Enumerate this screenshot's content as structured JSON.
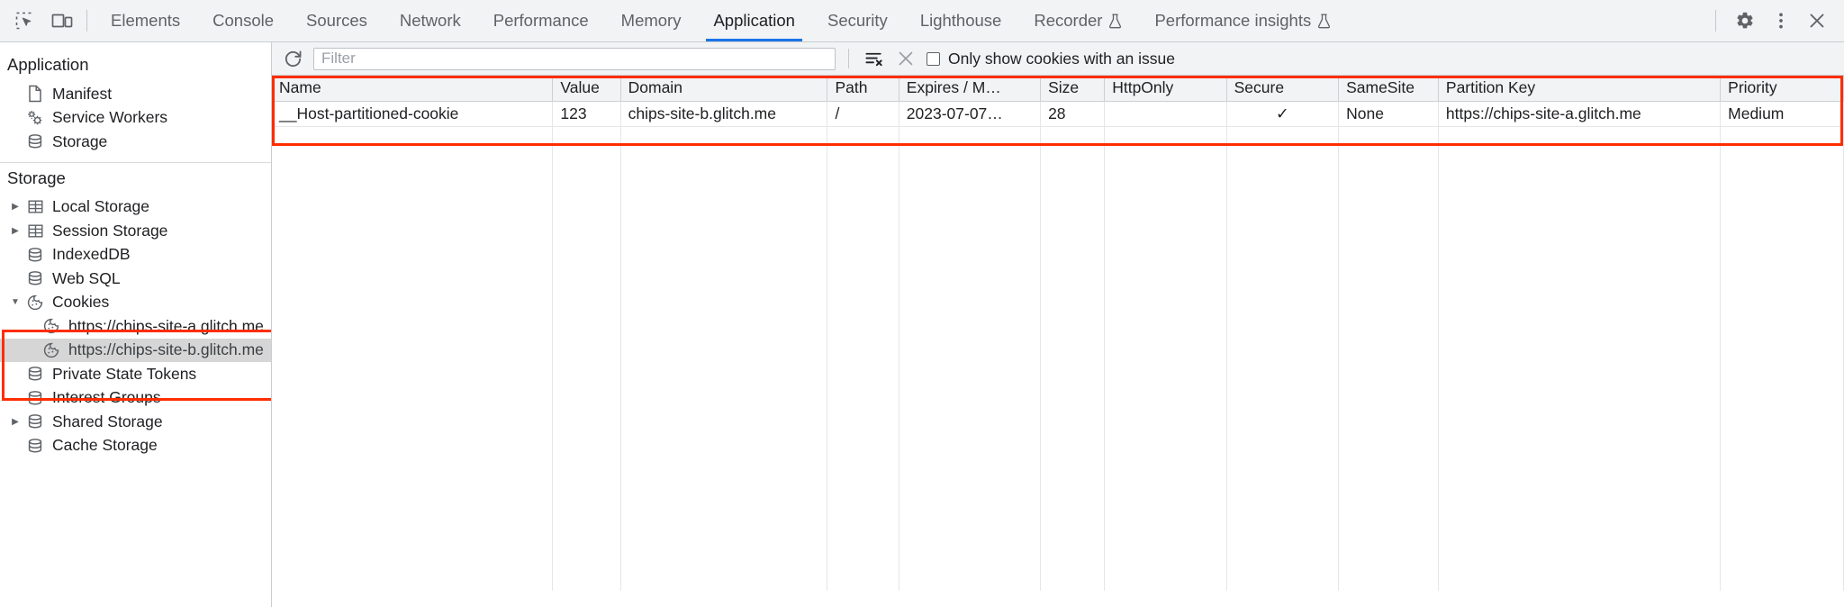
{
  "toolbar": {
    "inspect_icon": "inspect-element-icon",
    "device_icon": "device-toolbar-icon",
    "tabs": [
      {
        "label": "Elements",
        "active": false,
        "experimental": false
      },
      {
        "label": "Console",
        "active": false,
        "experimental": false
      },
      {
        "label": "Sources",
        "active": false,
        "experimental": false
      },
      {
        "label": "Network",
        "active": false,
        "experimental": false
      },
      {
        "label": "Performance",
        "active": false,
        "experimental": false
      },
      {
        "label": "Memory",
        "active": false,
        "experimental": false
      },
      {
        "label": "Application",
        "active": true,
        "experimental": false
      },
      {
        "label": "Security",
        "active": false,
        "experimental": false
      },
      {
        "label": "Lighthouse",
        "active": false,
        "experimental": false
      },
      {
        "label": "Recorder",
        "active": false,
        "experimental": true
      },
      {
        "label": "Performance insights",
        "active": false,
        "experimental": true
      }
    ],
    "settings_icon": "gear-icon",
    "more_icon": "kebab-menu-icon",
    "close_icon": "close-icon"
  },
  "sidebar": {
    "application": {
      "title": "Application",
      "items": [
        {
          "label": "Manifest",
          "icon": "manifest-file-icon",
          "expandable": false,
          "selected": false
        },
        {
          "label": "Service Workers",
          "icon": "service-workers-gears-icon",
          "expandable": false,
          "selected": false
        },
        {
          "label": "Storage",
          "icon": "database-icon",
          "expandable": false,
          "selected": false
        }
      ]
    },
    "storage": {
      "title": "Storage",
      "items": [
        {
          "label": "Local Storage",
          "icon": "table-grid-icon",
          "expandable": true,
          "expanded": false,
          "selected": false,
          "indent": 0
        },
        {
          "label": "Session Storage",
          "icon": "table-grid-icon",
          "expandable": true,
          "expanded": false,
          "selected": false,
          "indent": 0
        },
        {
          "label": "IndexedDB",
          "icon": "database-icon",
          "expandable": false,
          "expanded": false,
          "selected": false,
          "indent": 0
        },
        {
          "label": "Web SQL",
          "icon": "database-icon",
          "expandable": false,
          "expanded": false,
          "selected": false,
          "indent": 0
        },
        {
          "label": "Cookies",
          "icon": "cookie-icon",
          "expandable": true,
          "expanded": true,
          "selected": false,
          "indent": 0
        },
        {
          "label": "https://chips-site-a.glitch.me",
          "icon": "cookie-icon",
          "expandable": false,
          "expanded": false,
          "selected": false,
          "indent": 1
        },
        {
          "label": "https://chips-site-b.glitch.me",
          "icon": "cookie-icon",
          "expandable": false,
          "expanded": false,
          "selected": true,
          "indent": 1
        },
        {
          "label": "Private State Tokens",
          "icon": "database-icon",
          "expandable": false,
          "expanded": false,
          "selected": false,
          "indent": 0
        },
        {
          "label": "Interest Groups",
          "icon": "database-icon",
          "expandable": false,
          "expanded": false,
          "selected": false,
          "indent": 0
        },
        {
          "label": "Shared Storage",
          "icon": "database-icon",
          "expandable": true,
          "expanded": false,
          "selected": false,
          "indent": 0
        },
        {
          "label": "Cache Storage",
          "icon": "database-icon",
          "expandable": false,
          "expanded": false,
          "selected": false,
          "indent": 0
        }
      ]
    }
  },
  "filterbar": {
    "refresh_icon": "refresh-icon",
    "filter_placeholder": "Filter",
    "filter_value": "",
    "clear_filtered_icon": "clear-filtered-cookies-icon",
    "clear_all_icon": "clear-all-cookies-icon",
    "issue_checkbox_label": "Only show cookies with an issue",
    "issue_checkbox_checked": false
  },
  "cookies_table": {
    "columns": [
      "Name",
      "Value",
      "Domain",
      "Path",
      "Expires / M…",
      "Size",
      "HttpOnly",
      "Secure",
      "SameSite",
      "Partition Key",
      "Priority"
    ],
    "rows": [
      {
        "Name": "__Host-partitioned-cookie",
        "Value": "123",
        "Domain": "chips-site-b.glitch.me",
        "Path": "/",
        "Expires / M…": "2023-07-07…",
        "Size": "28",
        "HttpOnly": "",
        "Secure": "✓",
        "SameSite": "None",
        "Partition Key": "https://chips-site-a.glitch.me",
        "Priority": "Medium"
      }
    ]
  },
  "annotations": {
    "highlight_color": "#ff2d00",
    "regions": [
      "cookies-tree-group",
      "cookies-table"
    ]
  }
}
